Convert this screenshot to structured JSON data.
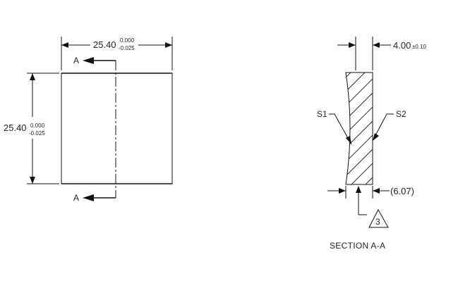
{
  "front_view": {
    "width_dim": {
      "nominal": "25.40",
      "upper_tol": "0.000",
      "lower_tol": "-0.025"
    },
    "height_dim": {
      "nominal": "25.40",
      "upper_tol": "0.000",
      "lower_tol": "-0.025"
    },
    "section_label_top": "A",
    "section_label_bottom": "A"
  },
  "section_view": {
    "thickness_dim": "4.00",
    "thickness_tol": "±0.10",
    "reference_dim": "(6.07)",
    "surface_left": "S1",
    "surface_right": "S2",
    "note_number": "3",
    "caption": "SECTION A-A"
  },
  "colors": {
    "line": "#111111",
    "text": "#222222",
    "background": "#ffffff"
  }
}
